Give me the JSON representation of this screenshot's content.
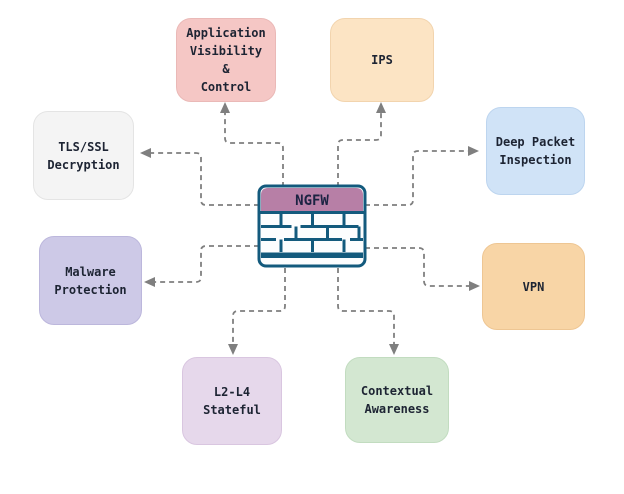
{
  "diagram": {
    "background": "#ffffff",
    "connector_color": "#7f7f7f",
    "text_color": "#1d2433",
    "center": {
      "label": "NGFW",
      "header_color": "#b77fa6",
      "frame_color": "#135a7d",
      "body_color": "#fcfdfe",
      "label_color": "#1b2342"
    },
    "nodes": [
      {
        "id": "application-visibility-control",
        "label": "Application\nVisibility\n&\nControl",
        "bg": "#f5c7c5",
        "border": "#eab9b7"
      },
      {
        "id": "ips",
        "label": "IPS",
        "bg": "#fce4c4",
        "border": "#f2d4ae"
      },
      {
        "id": "tls-ssl-decryption",
        "label": "TLS/SSL\nDecryption",
        "bg": "#f4f4f4",
        "border": "#e4e4e4"
      },
      {
        "id": "deep-packet-inspection",
        "label": "Deep Packet\nInspection",
        "bg": "#d0e3f7",
        "border": "#bdd5ef"
      },
      {
        "id": "malware-protection",
        "label": "Malware\nProtection",
        "bg": "#cdc9e7",
        "border": "#bcb7dc"
      },
      {
        "id": "vpn",
        "label": "VPN",
        "bg": "#f8d5a6",
        "border": "#eec693"
      },
      {
        "id": "l2-l4-stateful",
        "label": "L2-L4\nStateful",
        "bg": "#e6d8eb",
        "border": "#d9c6e0"
      },
      {
        "id": "contextual-awareness",
        "label": "Contextual\nAwareness",
        "bg": "#d3e7d1",
        "border": "#c2dcc0"
      }
    ]
  }
}
